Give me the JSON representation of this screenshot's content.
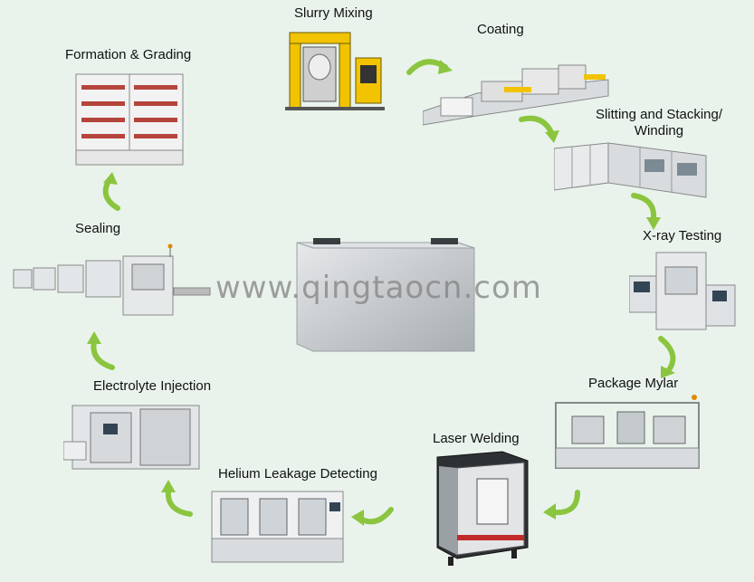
{
  "steps": {
    "slurry_mixing": "Slurry Mixing",
    "coating": "Coating",
    "slitting": "Slitting and Stacking/ Winding",
    "xray": "X-ray Testing",
    "package_mylar": "Package Mylar",
    "laser_welding": "Laser Welding",
    "helium": "Helium Leakage Detecting",
    "electrolyte": "Electrolyte Injection",
    "sealing": "Sealing",
    "formation": "Formation & Grading"
  },
  "watermark": "www.qingtaocn.com",
  "colors": {
    "background": "#e9f3ec",
    "arrow": "#8bc53f",
    "machine_body": "#d9dcdf",
    "machine_yellow": "#f2c300",
    "laser_dark": "#2e3134",
    "laser_red": "#c22a2a"
  },
  "icons": {
    "arrow": "curved-green-arrow-icon"
  }
}
